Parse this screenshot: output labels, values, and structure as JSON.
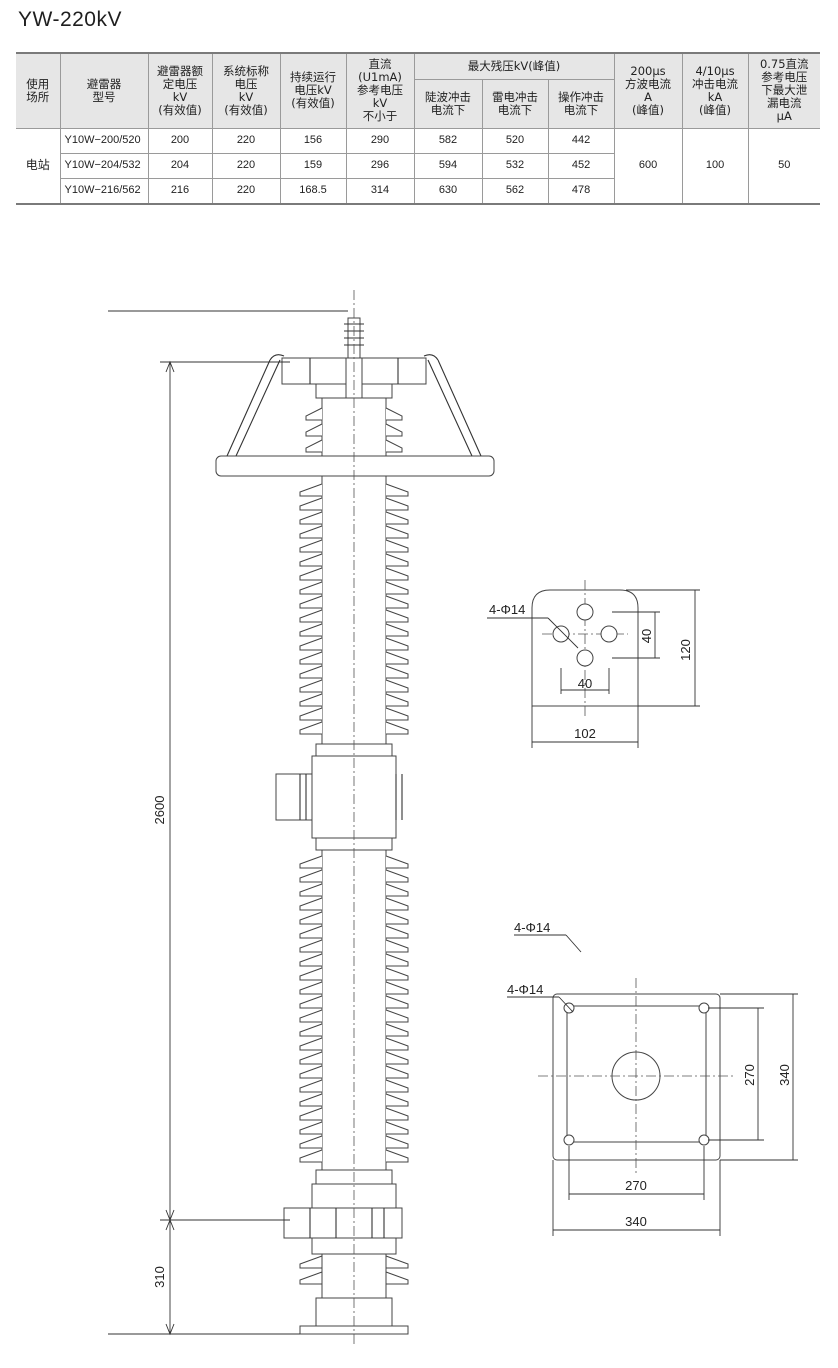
{
  "title": "YW-220kV",
  "table": {
    "headers": {
      "location": "使用\n场所",
      "model": "避雷器\n型号",
      "rated_voltage": "避雷器额\n定电压\nkV\n(有效值)",
      "system_voltage": "系统标称\n电压\nkV\n(有效值)",
      "continuous_voltage": "持续运行\n电压kV\n(有效值)",
      "dc_reference": "直流\n(U1mA)\n参考电压\nkV\n不小于",
      "max_residual": "最大残压kV(峰值)",
      "steep_wave": "陡波冲击\n电流下",
      "lightning": "雷电冲击\n电流下",
      "switching": "操作冲击\n电流下",
      "square_wave": "200μs\n方波电流\nA\n(峰值)",
      "impulse_current": "4/10μs\n冲击电流\nkA\n(峰值)",
      "leakage": "0.75直流\n参考电压\n下最大泄\n漏电流\nμA"
    },
    "location_value": "电站",
    "rows": [
      {
        "model": "Y10W−200/520",
        "rated": "200",
        "system": "220",
        "continuous": "156",
        "dc": "290",
        "steep": "582",
        "lightning": "520",
        "switching": "442"
      },
      {
        "model": "Y10W−204/532",
        "rated": "204",
        "system": "220",
        "continuous": "159",
        "dc": "296",
        "steep": "594",
        "lightning": "532",
        "switching": "452"
      },
      {
        "model": "Y10W−216/562",
        "rated": "216",
        "system": "220",
        "continuous": "168.5",
        "dc": "314",
        "steep": "630",
        "lightning": "562",
        "switching": "478"
      }
    ],
    "square_wave_value": "600",
    "impulse_value": "100",
    "leakage_value": "50"
  },
  "drawing": {
    "height_main": "2600",
    "height_base": "310",
    "top_plate": {
      "holes": "4-Φ14",
      "spacing_v": "40",
      "spacing_h": "40",
      "height": "120",
      "width": "102"
    },
    "base_plate": {
      "holes_label_1": "4-Φ14",
      "holes_label_2": "4-Φ14",
      "inner_v": "270",
      "outer_v": "340",
      "inner_h": "270",
      "outer_h": "340"
    }
  }
}
